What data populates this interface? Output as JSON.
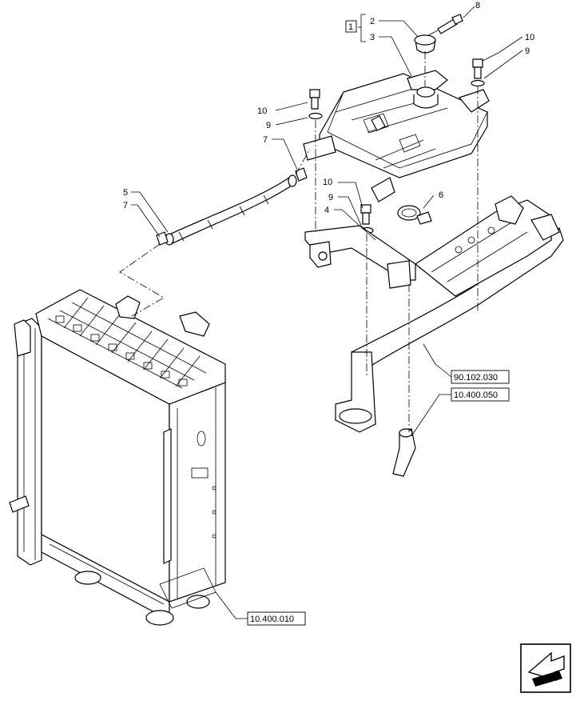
{
  "callouts": {
    "c1": "1",
    "c2": "2",
    "c3": "3",
    "c4": "4",
    "c5": "5",
    "c6": "6",
    "c7a": "7",
    "c7b": "7",
    "c8": "8",
    "c9a": "9",
    "c9b": "9",
    "c9c": "9",
    "c10a": "10",
    "c10b": "10",
    "c10c": "10"
  },
  "references": {
    "ref_90_102_030": "90.102.030",
    "ref_10_400_050": "10.400.050",
    "ref_10_400_010": "10.400.010"
  },
  "icons": {
    "nav": "next-page-arrow-icon"
  }
}
